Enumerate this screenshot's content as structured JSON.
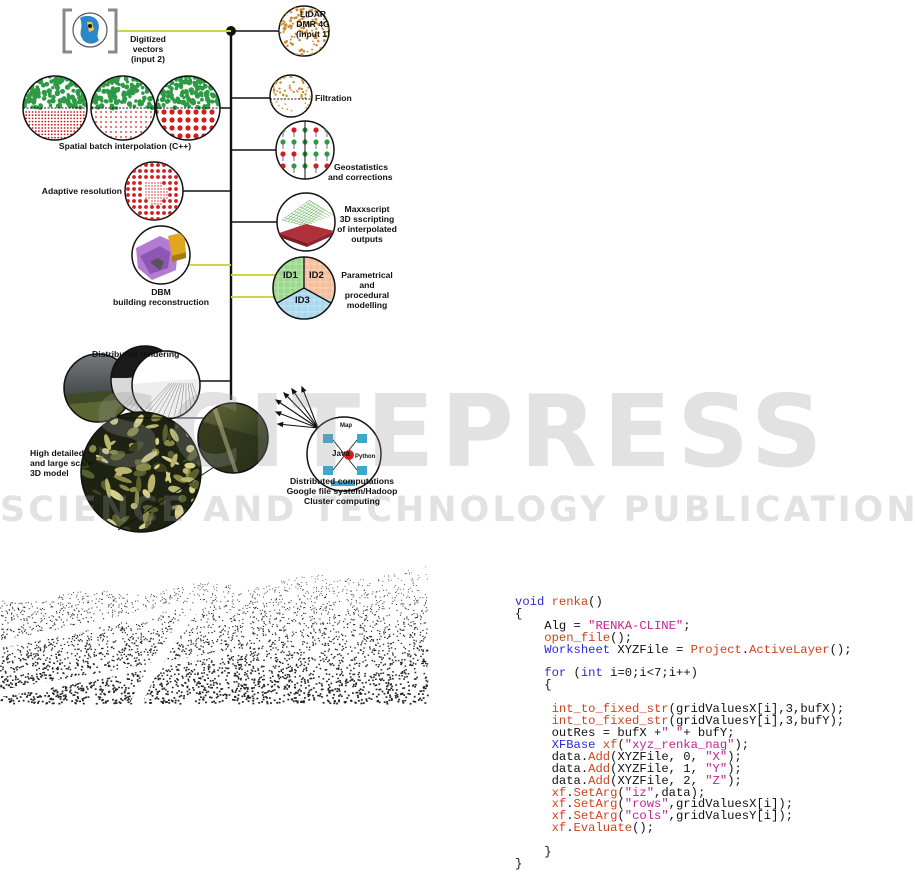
{
  "watermark": {
    "main": "SCITEPRESS",
    "sub": "SCIENCE AND TECHNOLOGY PUBLICATIONS"
  },
  "labels": {
    "lidar": [
      "LIDAR",
      "DMR 4G",
      "(input 1)"
    ],
    "vectors": [
      "Digitized",
      "vectors",
      "(input 2)"
    ],
    "filtration": "Filtration",
    "spatial": "Spatial batch interpolation (C++)",
    "geostat": [
      "Geostatistics",
      "and corrections"
    ],
    "adaptive": "Adaptive resolution",
    "maxx": [
      "Maxxscript",
      "3D sscripting",
      "of interpolated",
      "outputs"
    ],
    "dbm": [
      "DBM",
      "building reconstruction"
    ],
    "param": [
      "Parametrical",
      "and",
      "procedural",
      "modelling"
    ],
    "distributed_rendering": "Distributed rendering",
    "hd_model": [
      "High detailed",
      "and large scale",
      "3D model"
    ],
    "dist_comp": [
      "Distributed computations",
      "Google file system/Hadoop",
      "Cluster computing"
    ],
    "id1": "ID1",
    "id2": "ID2",
    "id3": "ID3",
    "java": "Java",
    "python": "Python",
    "map": "Map"
  },
  "code": [
    "void renka()",
    "{",
    "    Alg = \"RENKA-CLINE\";",
    "    open_file();",
    "    Worksheet XYZFile = Project.ActiveLayer();",
    "",
    "    for (int i=0;i<7;i++)",
    "    {",
    "",
    "     int_to_fixed_str(gridValuesX[i],3,bufX);",
    "     int_to_fixed_str(gridValuesY[i],3,bufY);",
    "     outRes = bufX +\" \"+ bufY;",
    "     XFBase xf(\"xyz_renka_nag\");",
    "     data.Add(XYZFile, 0, \"X\");",
    "     data.Add(XYZFile, 1, \"Y\");",
    "     data.Add(XYZFile, 2, \"Z\");",
    "     xf.SetArg(\"iz\",data);",
    "     xf.SetArg(\"rows\",gridValuesX[i]);",
    "     xf.SetArg(\"cols\",gridValuesY[i]);",
    "     xf.Evaluate();",
    "",
    "    }",
    "}"
  ],
  "colors": {
    "connector": "#cfd34a",
    "dot_green": "#2e9a45",
    "dot_red": "#d21e1e",
    "lidar_dot": "#c98a2e",
    "id1": "#9bd88b",
    "id2": "#f4bf9a",
    "id3": "#a9d9ee",
    "maxx_red": "#b0303a"
  }
}
